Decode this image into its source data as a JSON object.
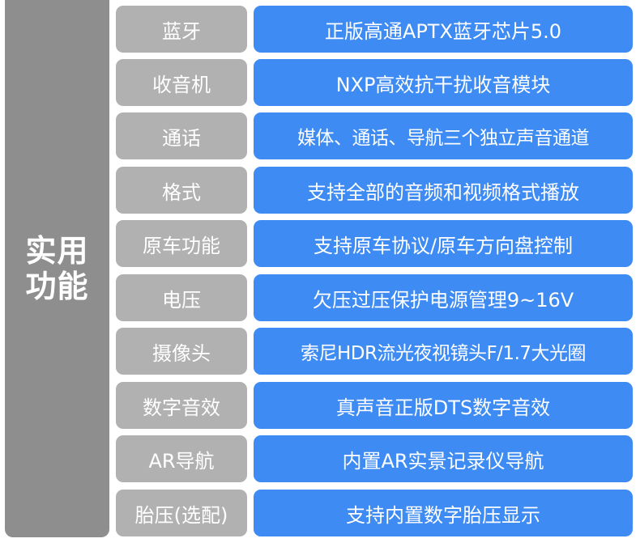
{
  "side_title": "实用功能",
  "rows": [
    {
      "label": "蓝牙",
      "value": "正版高通APTX蓝牙芯片5.0"
    },
    {
      "label": "收音机",
      "value": "NXP高效抗干扰收音模块"
    },
    {
      "label": "通话",
      "value": "媒体、通话、导航三个独立声音通道"
    },
    {
      "label": "格式",
      "value": "支持全部的音频和视频格式播放"
    },
    {
      "label": "原车功能",
      "value": "支持原车协议/原车方向盘控制"
    },
    {
      "label": "电压",
      "value": "欠压过压保护电源管理9~16V"
    },
    {
      "label": "摄像头",
      "value": "索尼HDR流光夜视镜头F/1.7大光圈"
    },
    {
      "label": "数字音效",
      "value": "真声音正版DTS数字音效"
    },
    {
      "label": "AR导航",
      "value": "内置AR实景记录仪导航"
    },
    {
      "label": "胎压(选配)",
      "value": "支持内置数字胎压显示"
    }
  ]
}
